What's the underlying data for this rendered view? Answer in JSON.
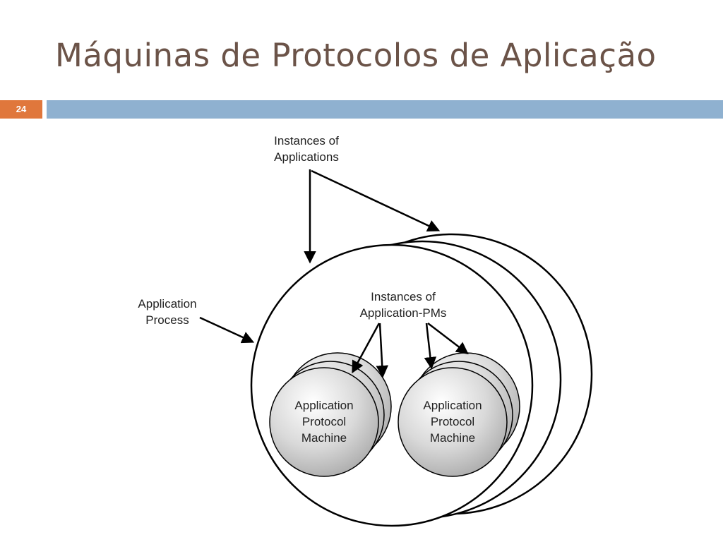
{
  "slide": {
    "title": "Máquinas de Protocolos de Aplicação",
    "page_number": "24",
    "accent_color": "#e0773c",
    "bar_color": "#8fb1d0",
    "title_color": "#6b5348"
  },
  "diagram": {
    "label_instances_applications": [
      "Instances of",
      "Applications"
    ],
    "label_application_process": [
      "Application",
      "Process"
    ],
    "label_instances_pms": [
      "Instances of",
      "Application-PMs"
    ],
    "pm_left_label": [
      "Application",
      "Protocol",
      "Machine"
    ],
    "pm_right_label": [
      "Application",
      "Protocol",
      "Machine"
    ]
  }
}
